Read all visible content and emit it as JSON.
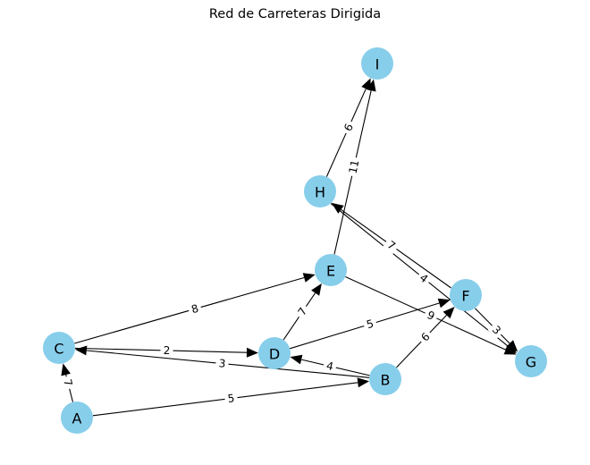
{
  "title": "Red de Carreteras Dirigida",
  "style": {
    "node_color": "#87ceeb",
    "edge_color": "#000000",
    "label_color": "#000000"
  },
  "graph": {
    "directed": true,
    "nodes": [
      {
        "id": "A",
        "label": "A"
      },
      {
        "id": "B",
        "label": "B"
      },
      {
        "id": "C",
        "label": "C"
      },
      {
        "id": "D",
        "label": "D"
      },
      {
        "id": "E",
        "label": "E"
      },
      {
        "id": "F",
        "label": "F"
      },
      {
        "id": "G",
        "label": "G"
      },
      {
        "id": "H",
        "label": "H"
      },
      {
        "id": "I",
        "label": "I"
      }
    ],
    "edges": [
      {
        "from": "A",
        "to": "B",
        "weight": "5"
      },
      {
        "from": "A",
        "to": "C",
        "weight": "7"
      },
      {
        "from": "C",
        "to": "D",
        "weight": "2"
      },
      {
        "from": "C",
        "to": "E",
        "weight": "8"
      },
      {
        "from": "B",
        "to": "C",
        "weight": "3"
      },
      {
        "from": "B",
        "to": "D",
        "weight": "4"
      },
      {
        "from": "B",
        "to": "F",
        "weight": "6"
      },
      {
        "from": "D",
        "to": "E",
        "weight": "7"
      },
      {
        "from": "D",
        "to": "F",
        "weight": "5"
      },
      {
        "from": "E",
        "to": "G",
        "weight": "9"
      },
      {
        "from": "E",
        "to": "I",
        "weight": "11"
      },
      {
        "from": "F",
        "to": "H",
        "weight": "7"
      },
      {
        "from": "F",
        "to": "G",
        "weight": "3"
      },
      {
        "from": "H",
        "to": "G",
        "weight": "4"
      },
      {
        "from": "H",
        "to": "I",
        "weight": "6"
      }
    ]
  }
}
